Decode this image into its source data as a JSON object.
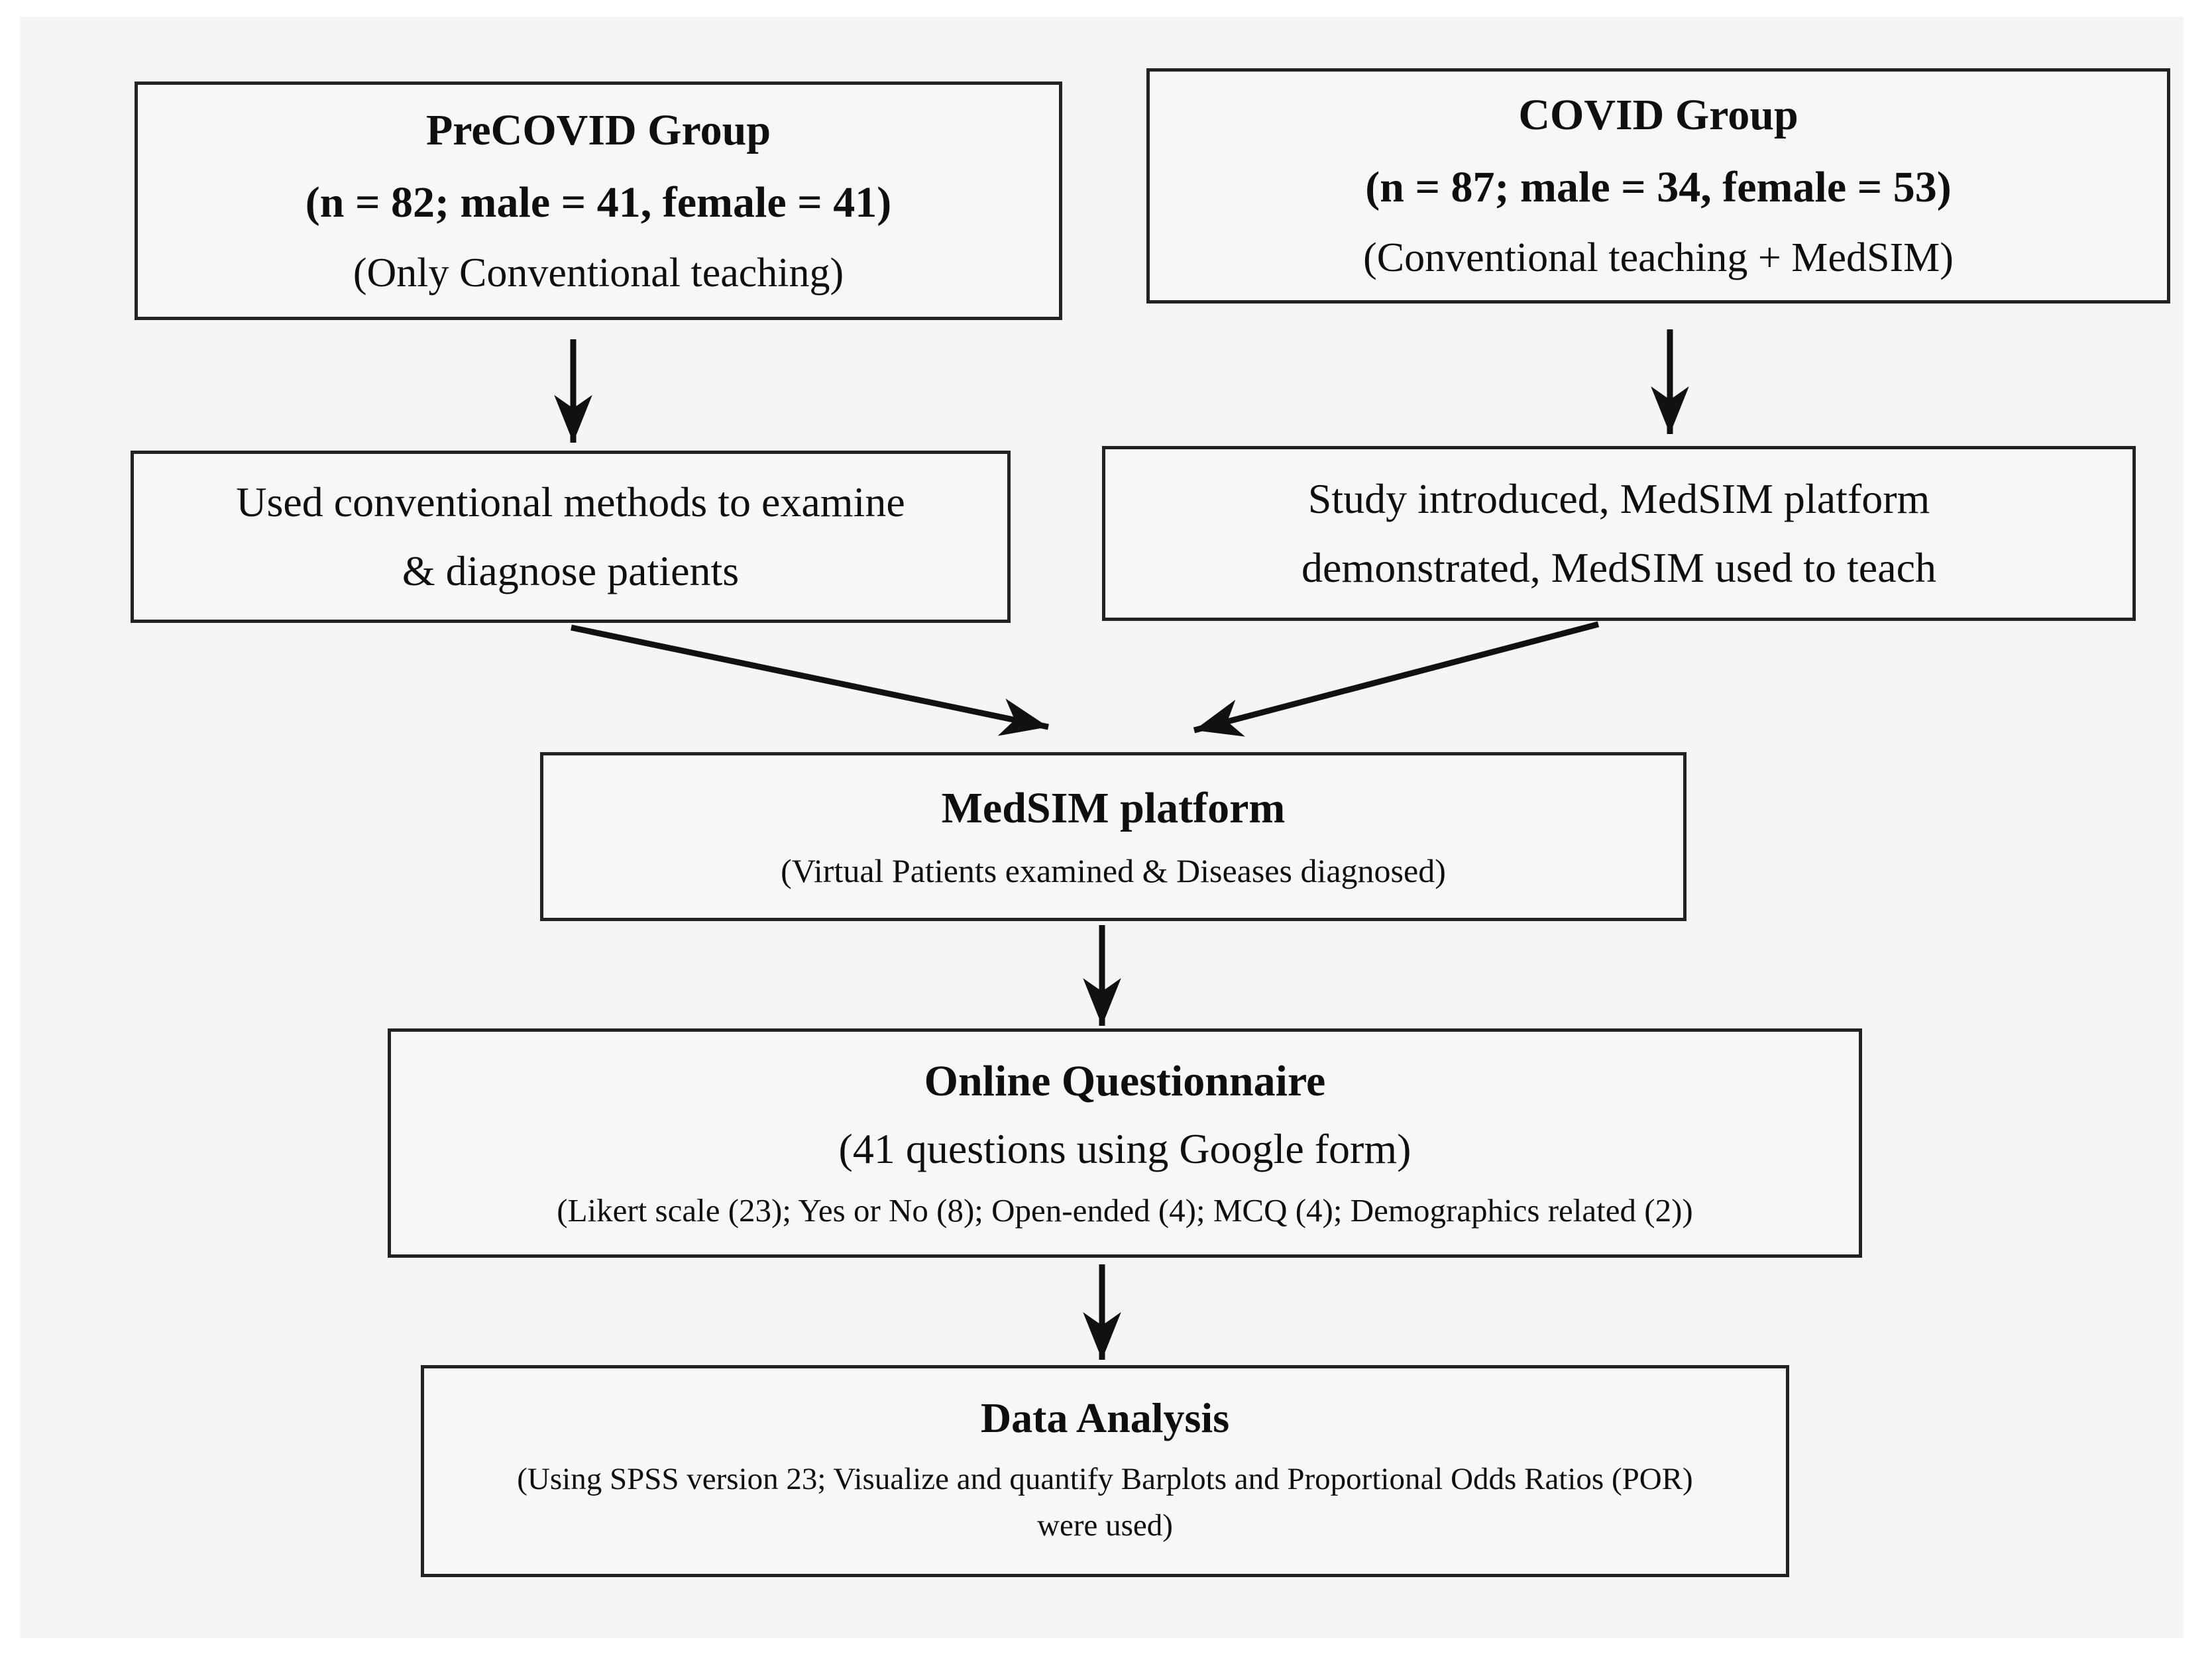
{
  "figure": {
    "type": "flowchart",
    "colors": {
      "page_background": "#ffffff",
      "panel_background": "#f5f5f5",
      "box_fill": "#f7f7f7",
      "box_border": "#222222",
      "text": "#0f0f0f",
      "arrow": "#111111"
    },
    "boxes": {
      "precovid": {
        "title": "PreCOVID Group",
        "count": "(n = 82; male = 41, female = 41)",
        "note": "(Only Conventional teaching)"
      },
      "covid": {
        "title": "COVID Group",
        "count": "(n = 87; male = 34, female = 53)",
        "note": "(Conventional teaching + MedSIM)"
      },
      "conventional": {
        "text": "Used conventional methods to examine & diagnose patients"
      },
      "study": {
        "text": "Study introduced, MedSIM platform demonstrated, MedSIM used to teach"
      },
      "medsim": {
        "title": "MedSIM platform",
        "note": "(Virtual Patients examined & Diseases diagnosed)"
      },
      "questionnaire": {
        "title": "Online Questionnaire",
        "subtitle": "(41 questions using Google form)",
        "note": "(Likert scale (23); Yes or No (8); Open-ended (4); MCQ (4); Demographics related (2))"
      },
      "analysis": {
        "title": "Data Analysis",
        "note": "(Using SPSS version 23; Visualize and quantify Barplots and Proportional Odds Ratios (POR) were used)"
      }
    },
    "arrows": [
      {
        "name": "precovid-to-conventional",
        "direction": "down"
      },
      {
        "name": "covid-to-study",
        "direction": "down"
      },
      {
        "name": "conventional-to-medsim",
        "direction": "diagonal-right-down"
      },
      {
        "name": "study-to-medsim",
        "direction": "diagonal-left-down"
      },
      {
        "name": "medsim-to-questionnaire",
        "direction": "down"
      },
      {
        "name": "questionnaire-to-analysis",
        "direction": "down"
      }
    ]
  }
}
